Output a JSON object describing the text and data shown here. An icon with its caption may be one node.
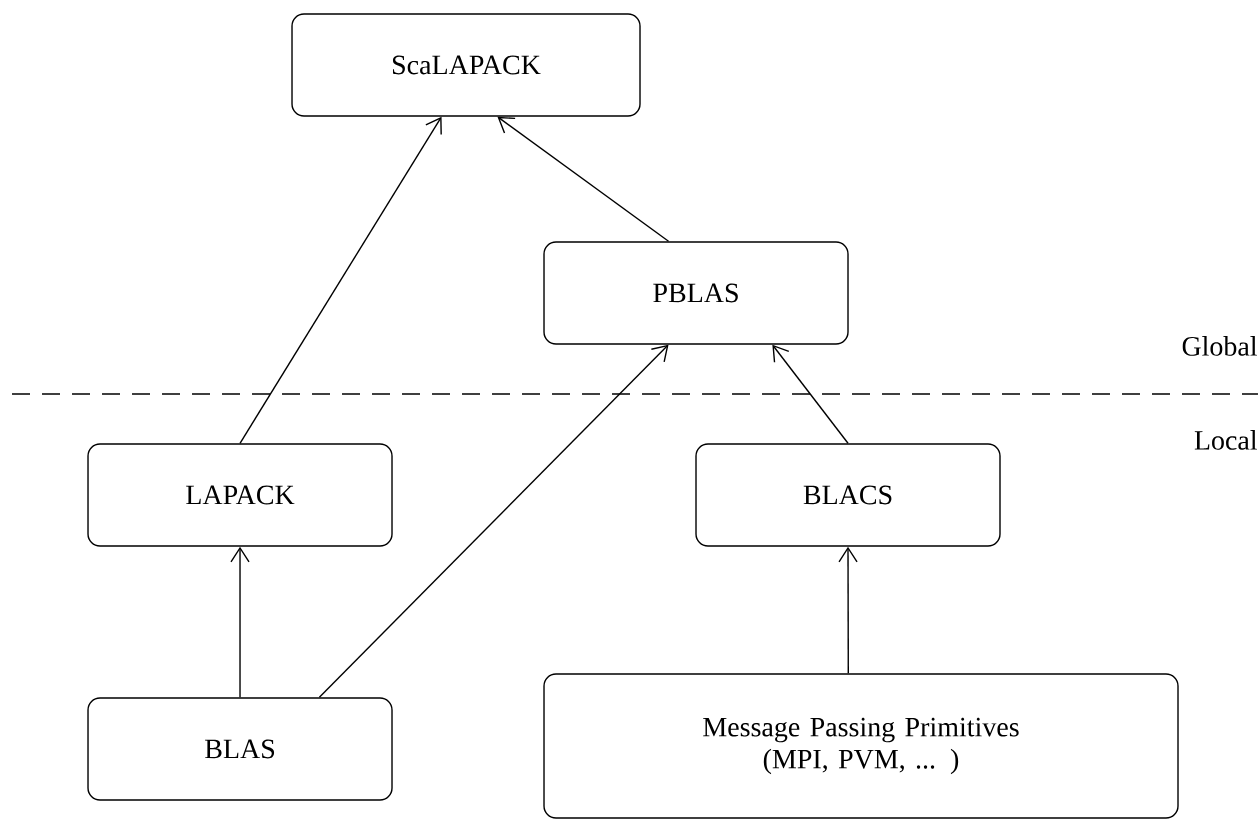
{
  "diagram": {
    "nodes": [
      {
        "text": [
          "ScaLAPACK"
        ]
      },
      {
        "text": [
          "PBLAS"
        ]
      },
      {
        "text": [
          "LAPACK"
        ]
      },
      {
        "text": [
          "BLACS"
        ]
      },
      {
        "text": [
          "BLAS"
        ]
      },
      {
        "text": [
          "Message Passing Primitives (MPI, PVM, ... )"
        ]
      }
    ],
    "edges": [
      {
        "from": 2,
        "to": 0,
        "arrow": "to"
      },
      {
        "from": 1,
        "to": 0,
        "arrow": "to"
      },
      {
        "from": 4,
        "to": 2,
        "arrow": "to"
      },
      {
        "from": 4,
        "to": 1,
        "arrow": "to"
      },
      {
        "from": 3,
        "to": 1,
        "arrow": "to"
      },
      {
        "from": 5,
        "to": 3,
        "arrow": "to"
      }
    ],
    "labels": [
      "Global",
      "Local"
    ]
  }
}
